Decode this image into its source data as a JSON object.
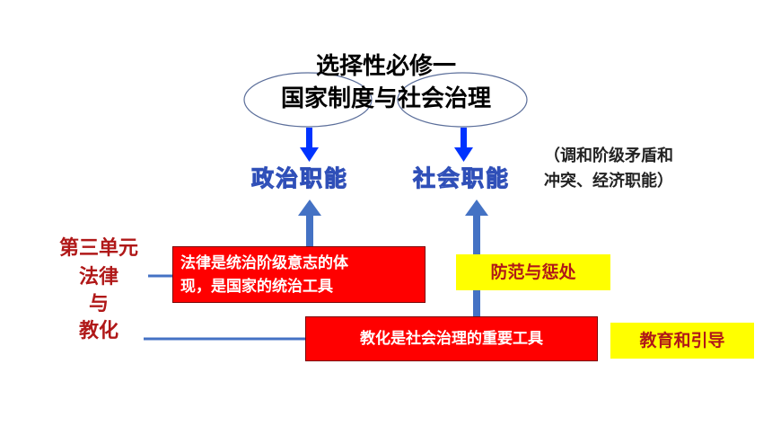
{
  "title": {
    "line1": "选择性必修一",
    "line2": "国家制度与社会治理"
  },
  "functions": {
    "political": "政治职能",
    "social": "社会职能",
    "note_line1": "（调和阶级矛盾和",
    "note_line2": "冲突、经济职能）"
  },
  "unit": {
    "line1": "第三单元",
    "line2": "法律",
    "line3": "与",
    "line4": "教化"
  },
  "boxes": {
    "law_line1": "法律是统治阶级意志的体",
    "law_line2": "现，是国家的统治工具",
    "prevent": "防范与惩处",
    "education": "教化是社会治理的重要工具",
    "guide": "教育和引导"
  },
  "colors": {
    "connector_blue": "#4472c4",
    "arrow_blue": "#0033ff",
    "box_red": "#ff0000",
    "box_yellow": "#ffff00",
    "label_red": "#b01818"
  }
}
